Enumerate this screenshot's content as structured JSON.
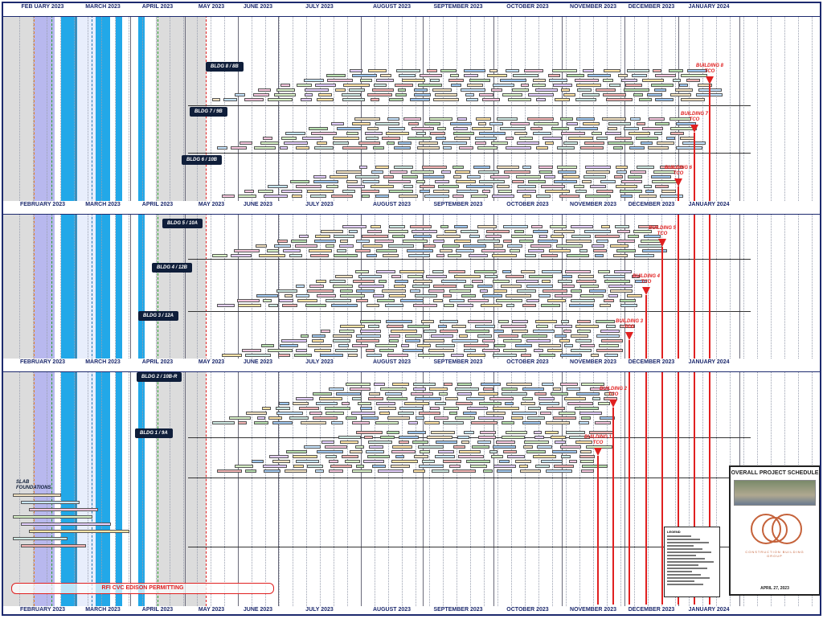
{
  "months": [
    "FEBRUARY 2023",
    "MARCH 2023",
    "APRIL 2023",
    "MAY 2023",
    "JUNE 2023",
    "JULY 2023",
    "AUGUST 2023",
    "SEPTEMBER 2023",
    "OCTOBER 2023",
    "NOVEMBER 2023",
    "DECEMBER 2023",
    "JANUARY 2024"
  ],
  "top_header_first_month": "FEB    UARY 2023",
  "buildings": [
    {
      "label": "BLDG 8 / 8B",
      "tco": "BUILDING 8\nTCO"
    },
    {
      "label": "BLDG 7 / 9B",
      "tco": "BUILDING 7\nTCO"
    },
    {
      "label": "BLDG 6 / 10B",
      "tco": "BUILDING 6\nTCO"
    },
    {
      "label": "BLDG 5 / 10A",
      "tco": "BUILDING 5\nTCO"
    },
    {
      "label": "BLDG 4 / 12B",
      "tco": "BUILDING 4\nTCO"
    },
    {
      "label": "BLDG 3 / 12A",
      "tco": "BUILDING 3\nTCO"
    },
    {
      "label": "BLDG 2 / 10B-R",
      "tco": "BUILDING 2\nTCO"
    },
    {
      "label": "BLDG 1 / 9A",
      "tco": "BUILDING 1\nTCO"
    }
  ],
  "slab_label": "SLAB\nFOUNDATIONS",
  "permit_label": "RFI CVC EDISON PERMITTING",
  "title_block": {
    "title": "OVERALL PROJECT SCHEDULE",
    "company": "CONSTRUCTION BUILDING GROUP",
    "date": "APRIL 27, 2023"
  },
  "legend": {
    "header": "LEGEND"
  },
  "colors": {
    "frame": "#1d2a6e",
    "tco_red": "#e02020",
    "shade_blue": "#22a8e8",
    "shade_gray": "#dcdcdc",
    "shade_purple": "#b8b8ee",
    "shade_green": "#bfe8cf",
    "shade_pink": "#f4c6c6"
  }
}
